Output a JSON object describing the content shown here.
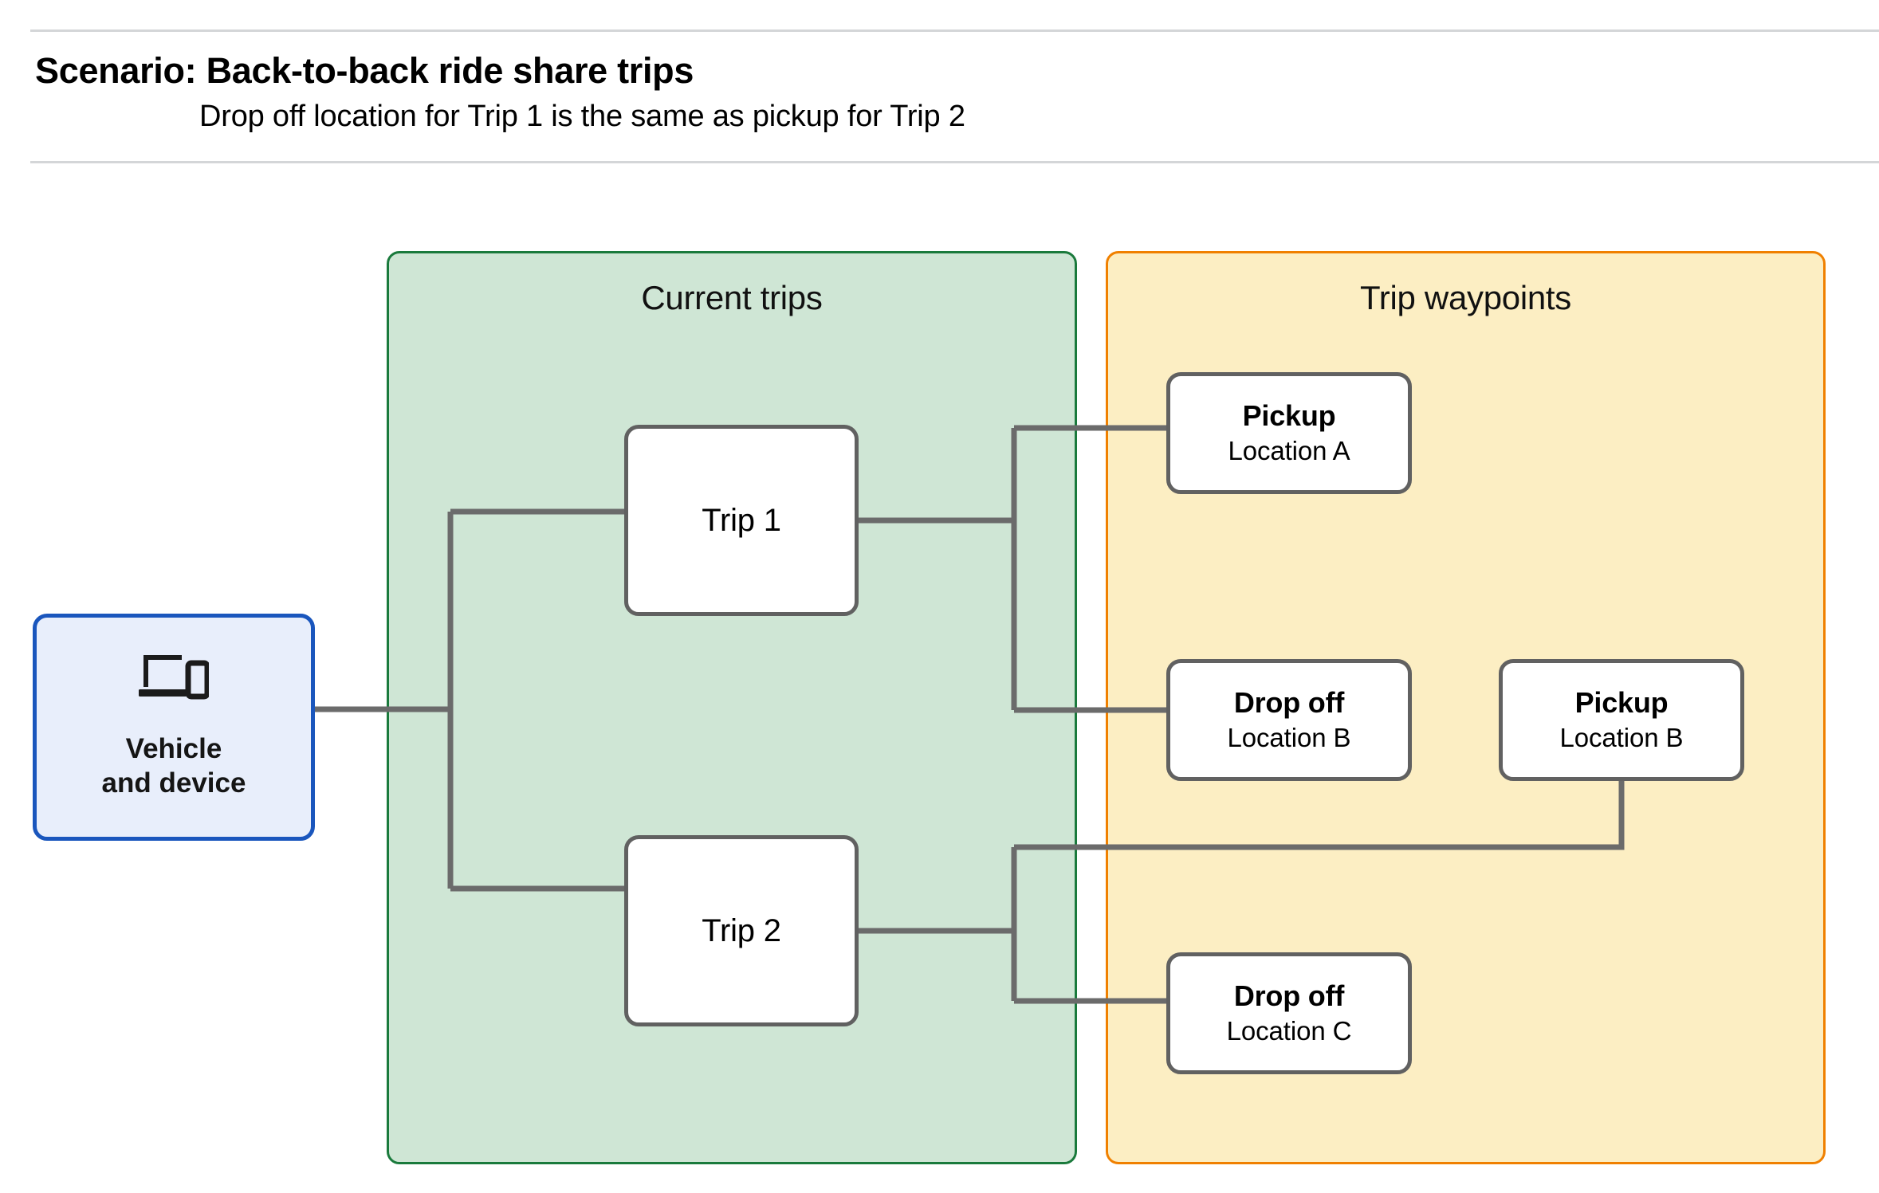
{
  "header": {
    "title": "Scenario: Back-to-back ride share trips",
    "subtitle": "Drop off  location for Trip 1 is the same as pickup for Trip 2"
  },
  "groups": {
    "current_trips": {
      "title": "Current trips",
      "fill_color": "#cfe6d5",
      "border_color": "#1a7a3c"
    },
    "trip_waypoints": {
      "title": "Trip waypoints",
      "fill_color": "#fceec3",
      "border_color": "#f08000"
    }
  },
  "vehicle": {
    "icon": "devices-laptop-phone-icon",
    "label": "Vehicle\nand device",
    "fill_color": "#e8eefb",
    "border_color": "#1a56bd"
  },
  "trips": [
    {
      "label": "Trip 1"
    },
    {
      "label": "Trip 2"
    }
  ],
  "waypoints": [
    {
      "type": "Pickup",
      "location": "Location A"
    },
    {
      "type": "Drop off",
      "location": "Location B"
    },
    {
      "type": "Pickup",
      "location": "Location B"
    },
    {
      "type": "Drop off",
      "location": "Location C"
    }
  ],
  "connector_color": "#6b6b6b"
}
